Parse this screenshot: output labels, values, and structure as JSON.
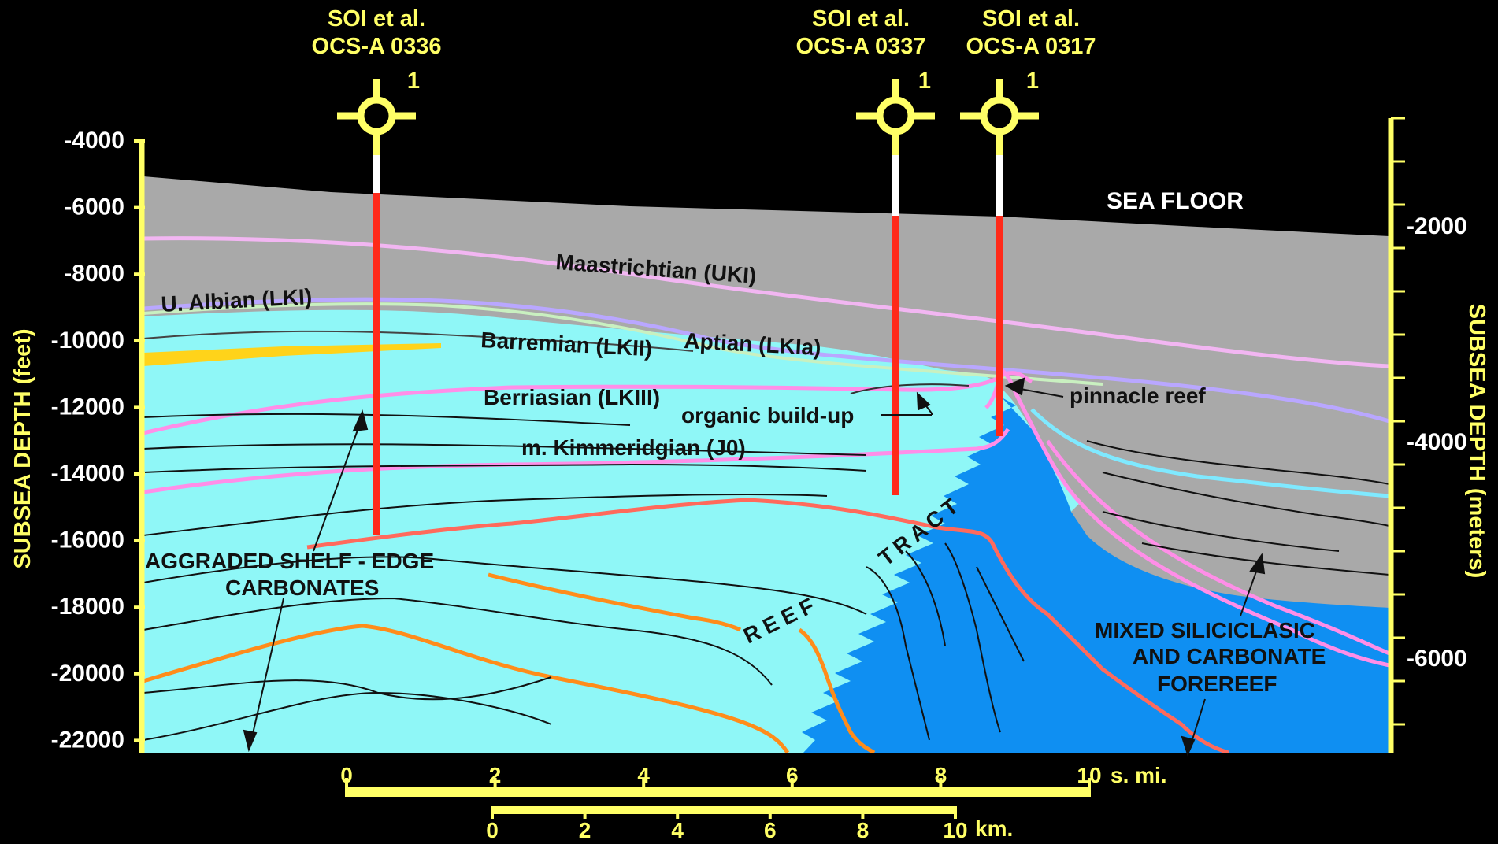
{
  "left_axis": {
    "title": "SUBSEA DEPTH (feet)",
    "ticks": [
      "-4000",
      "-6000",
      "-8000",
      "-10000",
      "-12000",
      "-14000",
      "-16000",
      "-18000",
      "-20000",
      "-22000"
    ]
  },
  "right_axis": {
    "title": "SUBSEA DEPTH (meters)",
    "ticks": [
      "-2000",
      "-4000",
      "-6000"
    ]
  },
  "wells": [
    {
      "operator": "SOI et al.",
      "lease": "OCS-A 0336",
      "number": "1"
    },
    {
      "operator": "SOI et al.",
      "lease": "OCS-A 0337",
      "number": "1"
    },
    {
      "operator": "SOI et al.",
      "lease": "OCS-A 0317",
      "number": "1"
    }
  ],
  "labels": {
    "sea_floor": "SEA  FLOOR",
    "maastrichtian": "Maastrichtian  (UKI)",
    "albian": "U.  Albian  (LKI)",
    "barremian": "Barremian  (LKII)",
    "aptian": "Aptian  (LKIa)",
    "berriasian": "Berriasian  (LKIII)",
    "organic_buildup": "organic build-up",
    "pinnacle_reef": "pinnacle reef",
    "kimmeridgian": "m.  Kimmeridgian  (J0)",
    "aggraded_line1": "AGGRADED  SHELF - EDGE",
    "aggraded_line2": "CARBONATES",
    "tract": "TRACT",
    "reef": "REEF",
    "mixed_line1": "MIXED  SILICICLASIC",
    "mixed_line2": "AND  CARBONATE",
    "mixed_line3": "FOREREEF"
  },
  "scale_miles": {
    "ticks": [
      "0",
      "2",
      "4",
      "6",
      "8",
      "10"
    ],
    "unit": "s. mi."
  },
  "scale_km": {
    "ticks": [
      "0",
      "2",
      "4",
      "6",
      "8",
      "10"
    ],
    "unit": "km."
  },
  "colors": {
    "background": "#000000",
    "axis_yellow": "#ffff66",
    "sea_gray": "#a9a9a9",
    "shelf_cyan": "#8ff7f7",
    "forereef_blue": "#0f8ff2",
    "well_red": "#ff2a1a",
    "magenta_horizon": "#ff8ee8",
    "orange_horizon": "#ff8c1a"
  }
}
